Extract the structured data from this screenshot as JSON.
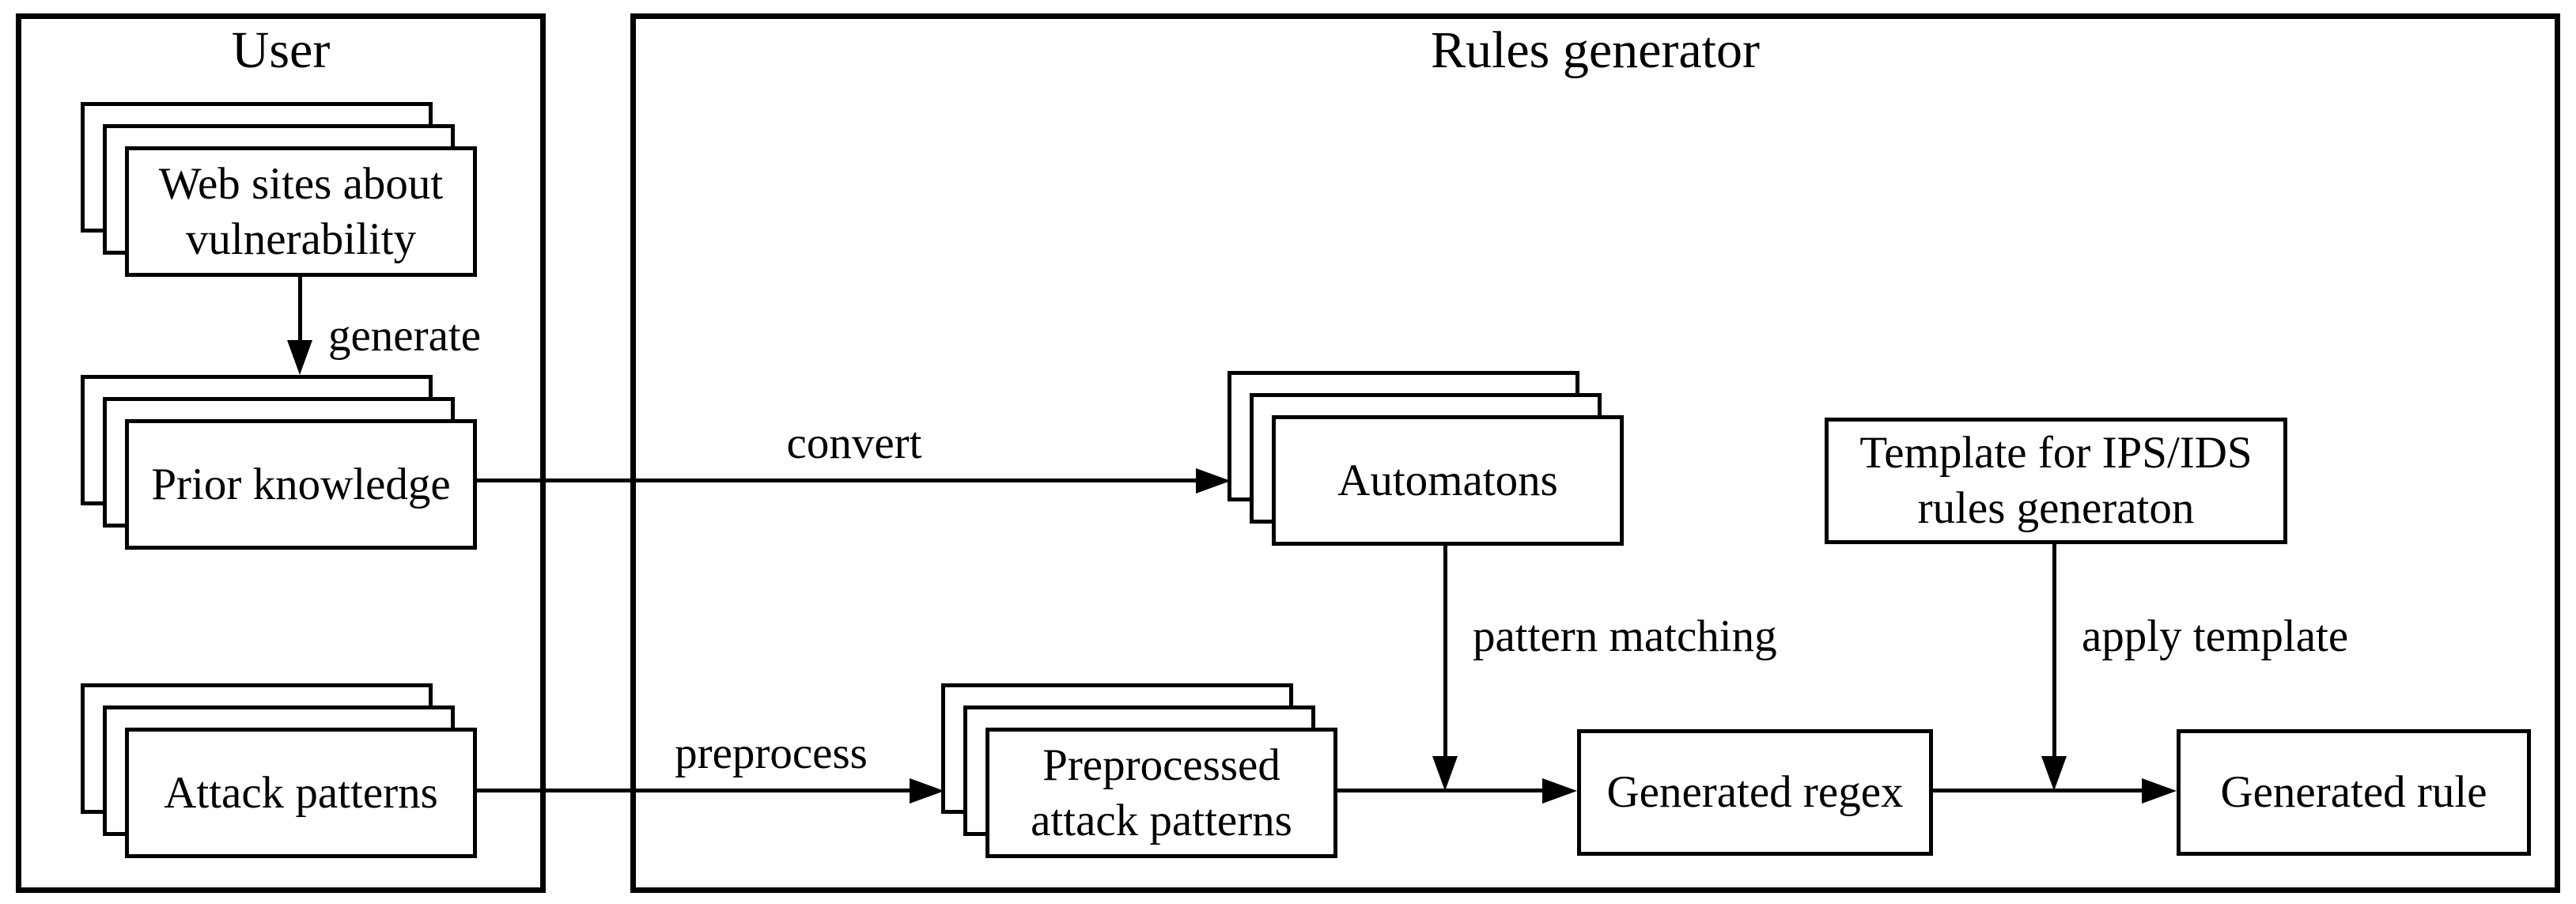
{
  "colors": {
    "background": "#ffffff",
    "ink": "#000000"
  },
  "containers": {
    "user": {
      "title": "User"
    },
    "rules_generator": {
      "title": "Rules generator"
    }
  },
  "nodes": {
    "web_sites": {
      "label": "Web sites about vulnerability",
      "type": "stack"
    },
    "prior_knowledge": {
      "label": "Prior knowledge",
      "type": "stack"
    },
    "attack_patterns": {
      "label": "Attack patterns",
      "type": "stack"
    },
    "automatons": {
      "label": "Automatons",
      "type": "stack"
    },
    "preprocessed_attack_patterns": {
      "label": "Preprocessed attack patterns",
      "type": "stack"
    },
    "template_ips_ids": {
      "label": "Template for IPS/IDS rules generaton",
      "type": "box"
    },
    "generated_regex": {
      "label": "Generated regex",
      "type": "box"
    },
    "generated_rule": {
      "label": "Generated rule",
      "type": "box"
    }
  },
  "edges": {
    "generate": {
      "label": "generate",
      "from": "web_sites",
      "to": "prior_knowledge"
    },
    "convert": {
      "label": "convert",
      "from": "prior_knowledge",
      "to": "automatons"
    },
    "preprocess": {
      "label": "preprocess",
      "from": "attack_patterns",
      "to": "preprocessed_attack_patterns"
    },
    "pattern_matching": {
      "label": "pattern matching",
      "from": "automatons",
      "to": "generated_regex"
    },
    "to_generated_regex": {
      "label": "",
      "from": "preprocessed_attack_patterns",
      "to": "generated_regex"
    },
    "apply_template": {
      "label": "apply template",
      "from": "template_ips_ids",
      "to": "generated_rule"
    },
    "to_generated_rule": {
      "label": "",
      "from": "generated_regex",
      "to": "generated_rule"
    }
  }
}
